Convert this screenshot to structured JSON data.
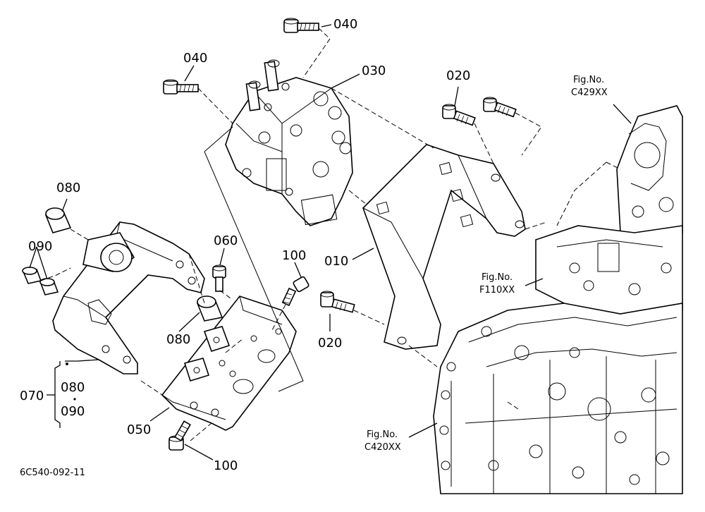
{
  "labels": {
    "p040_top": "040",
    "p040_left": "040",
    "p030": "030",
    "p020_top": "020",
    "p020_bottom": "020",
    "p010": "010",
    "p080_top": "080",
    "p090": "090",
    "p060": "060",
    "p100_mid": "100",
    "p080_mid": "080",
    "p070": "070",
    "p080_bracket": "080",
    "p090_bracket": "090",
    "p050": "050",
    "p100_bottom": "100"
  },
  "refs": {
    "c429_a": "Fig.No.",
    "c429_b": "C429XX",
    "f110_a": "Fig.No.",
    "f110_b": "F110XX",
    "c420_a": "Fig.No.",
    "c420_b": "C420XX"
  },
  "drawing_code": "6C540-092-11"
}
